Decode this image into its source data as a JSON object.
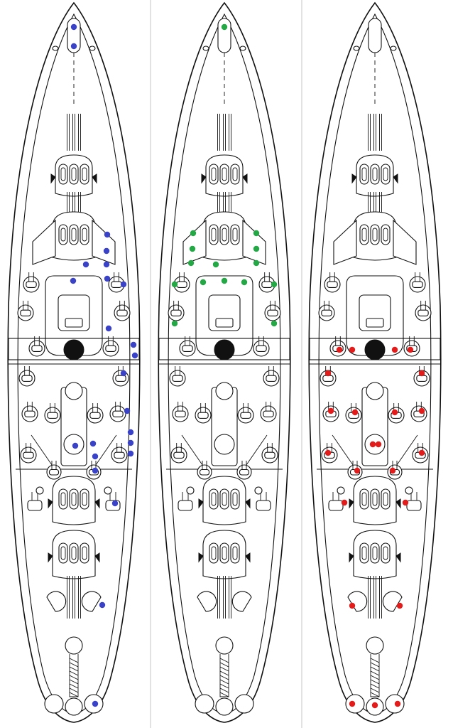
{
  "colors": {
    "panel_1": "#3a42c8",
    "panel_2": "#23a845",
    "panel_3": "#e21b1b",
    "line": "#111111",
    "background": "#ffffff"
  },
  "panels": [
    {
      "id": "panel-1",
      "marker_color": "#3a42c8",
      "markers": [
        [
          0,
          38
        ],
        [
          0,
          65
        ],
        [
          47,
          330
        ],
        [
          46,
          353
        ],
        [
          46,
          372
        ],
        [
          47,
          392
        ],
        [
          17,
          372
        ],
        [
          -1,
          395
        ],
        [
          70,
          400
        ],
        [
          49,
          462
        ],
        [
          84,
          485
        ],
        [
          86,
          500
        ],
        [
          70,
          525
        ],
        [
          75,
          578
        ],
        [
          80,
          608
        ],
        [
          80,
          623
        ],
        [
          80,
          638
        ],
        [
          27,
          624
        ],
        [
          30,
          642
        ],
        [
          30,
          662
        ],
        [
          2,
          627
        ],
        [
          58,
          708
        ],
        [
          40,
          851
        ],
        [
          30,
          990
        ]
      ]
    },
    {
      "id": "panel-2",
      "marker_color": "#23a845",
      "markers": [
        [
          0,
          38
        ],
        [
          -44,
          328
        ],
        [
          -45,
          350
        ],
        [
          -47,
          370
        ],
        [
          -30,
          397
        ],
        [
          -70,
          400
        ],
        [
          -70,
          455
        ],
        [
          -12,
          372
        ],
        [
          0,
          395
        ],
        [
          45,
          328
        ],
        [
          45,
          350
        ],
        [
          45,
          370
        ],
        [
          28,
          397
        ],
        [
          70,
          400
        ],
        [
          70,
          455
        ]
      ]
    },
    {
      "id": "panel-3",
      "marker_color": "#e21b1b",
      "markers": [
        [
          -50,
          492
        ],
        [
          -32,
          492
        ],
        [
          50,
          492
        ],
        [
          28,
          492
        ],
        [
          -66,
          525
        ],
        [
          66,
          525
        ],
        [
          -62,
          578
        ],
        [
          -28,
          580
        ],
        [
          28,
          580
        ],
        [
          66,
          578
        ],
        [
          -66,
          637
        ],
        [
          66,
          637
        ],
        [
          -3,
          625
        ],
        [
          5,
          625
        ],
        [
          -25,
          662
        ],
        [
          25,
          662
        ],
        [
          -43,
          707
        ],
        [
          43,
          707
        ],
        [
          -32,
          852
        ],
        [
          35,
          852
        ],
        [
          -32,
          990
        ],
        [
          0,
          992
        ],
        [
          32,
          990
        ]
      ]
    }
  ]
}
